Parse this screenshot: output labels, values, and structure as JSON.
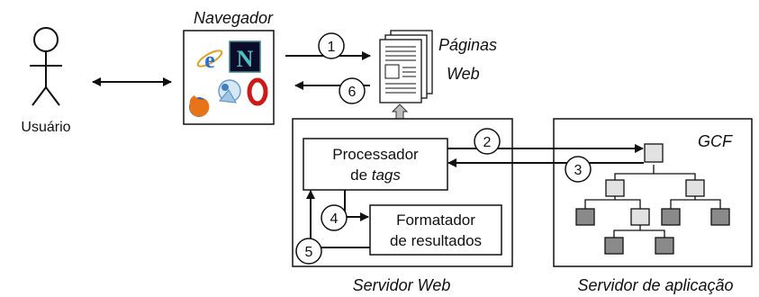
{
  "actor": {
    "label": "Usuário"
  },
  "browser": {
    "title": "Navegador"
  },
  "pages": {
    "line1": "Páginas",
    "line2": "Web"
  },
  "web_server": {
    "label": "Servidor Web",
    "processor": {
      "line1": "Processador",
      "line2_prefix": "de ",
      "line2_italic": "tags"
    },
    "formatter": {
      "line1": "Formatador",
      "line2": "de resultados"
    }
  },
  "app_server": {
    "label": "Servidor de aplicação",
    "gcf_label": "GCF"
  },
  "steps": [
    "1",
    "2",
    "3",
    "4",
    "5",
    "6"
  ],
  "colors": {
    "stroke": "#111111",
    "light_node": "#e2e2e2",
    "dark_node": "#8a8a8a"
  },
  "icons": [
    "internet-explorer-icon",
    "netscape-icon",
    "firefox-icon",
    "konqueror-icon",
    "opera-icon"
  ]
}
